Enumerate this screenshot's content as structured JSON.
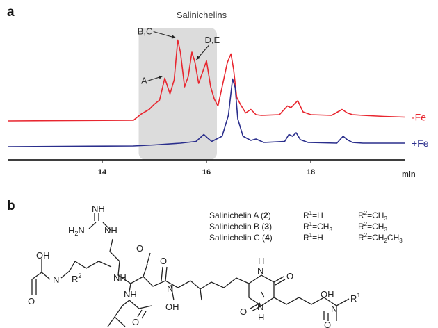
{
  "panel_a": {
    "letter": "a",
    "highlight_label": "Salinichelins"
  },
  "panel_b": {
    "letter": "b"
  },
  "chart_data": {
    "type": "line",
    "xlabel": "min",
    "x_ticks": [
      14,
      16,
      18
    ],
    "xlim": [
      12.2,
      19.8
    ],
    "highlight_region": [
      14.7,
      16.2
    ],
    "peak_annotations": [
      {
        "label": "A",
        "x": 15.2
      },
      {
        "label": "B,C",
        "x": 15.45
      },
      {
        "label": "D,E",
        "x": 15.78
      }
    ],
    "series": [
      {
        "name": "-Fe",
        "color": "#e8262f",
        "x": [
          12.2,
          14.6,
          14.75,
          14.9,
          15.0,
          15.1,
          15.2,
          15.3,
          15.38,
          15.45,
          15.5,
          15.58,
          15.65,
          15.72,
          15.78,
          15.85,
          15.92,
          16.0,
          16.08,
          16.15,
          16.22,
          16.3,
          16.4,
          16.47,
          16.52,
          16.58,
          16.65,
          16.75,
          16.85,
          16.95,
          17.05,
          17.4,
          17.55,
          17.62,
          17.68,
          17.75,
          17.85,
          18.0,
          18.4,
          18.6,
          18.7,
          18.8,
          19.0,
          19.4,
          19.8
        ],
        "y": [
          0.12,
          0.14,
          0.32,
          0.45,
          0.6,
          0.72,
          1.35,
          0.9,
          1.3,
          2.45,
          2.1,
          1.1,
          1.4,
          2.1,
          1.8,
          1.2,
          1.5,
          1.85,
          1.1,
          0.75,
          0.55,
          1.1,
          1.8,
          2.05,
          1.6,
          0.8,
          0.6,
          0.35,
          0.45,
          0.3,
          0.28,
          0.3,
          0.55,
          0.5,
          0.6,
          0.7,
          0.38,
          0.3,
          0.28,
          0.45,
          0.35,
          0.3,
          0.28,
          0.25,
          0.23
        ]
      },
      {
        "name": "+Fe",
        "color": "#2a2e8c",
        "x": [
          12.2,
          14.6,
          15.0,
          15.5,
          15.8,
          15.95,
          16.02,
          16.1,
          16.3,
          16.42,
          16.5,
          16.55,
          16.6,
          16.7,
          16.85,
          16.95,
          17.1,
          17.5,
          17.58,
          17.65,
          17.72,
          17.8,
          17.95,
          18.5,
          18.62,
          18.7,
          18.8,
          19.0,
          19.4,
          19.8
        ],
        "y": [
          0.0,
          0.02,
          0.05,
          0.1,
          0.15,
          0.35,
          0.25,
          0.15,
          0.3,
          0.9,
          1.95,
          1.7,
          0.8,
          0.3,
          0.18,
          0.22,
          0.12,
          0.15,
          0.35,
          0.3,
          0.4,
          0.2,
          0.12,
          0.1,
          0.3,
          0.2,
          0.12,
          0.1,
          0.1,
          0.1
        ]
      }
    ]
  },
  "structure": {
    "legend": [
      {
        "name": "Salinichelin A (",
        "num": "2",
        "r1_pre": "R",
        "r1_sup": "1",
        "r1_post": "=H",
        "r2_pre": "R",
        "r2_sup": "2",
        "r2_post": "=CH",
        "r2_sub": "3",
        "r2_tail": ""
      },
      {
        "name": "Salinichelin B (",
        "num": "3",
        "r1_pre": "R",
        "r1_sup": "1",
        "r1_post": "=CH",
        "r1_sub": "3",
        "r2_pre": "R",
        "r2_sup": "2",
        "r2_post": "=CH",
        "r2_sub": "3",
        "r2_tail": ""
      },
      {
        "name": "Salinichelin C (",
        "num": "4",
        "r1_pre": "R",
        "r1_sup": "1",
        "r1_post": "=H",
        "r2_pre": "R",
        "r2_sup": "2",
        "r2_post": "=CH",
        "r2_sub": "2",
        "r2_tail": "CH3"
      }
    ],
    "atoms": {
      "nh_top": "NH",
      "h2n": "H2N",
      "nh_guan": "NH",
      "r2": "R",
      "r2_sup": "2",
      "nh_amide1": "NH",
      "o_1": "O",
      "o_2": "O",
      "o_3": "O",
      "o_4": "O",
      "o_5": "O",
      "o_6": "O",
      "o_7": "O",
      "oh_1": "OH",
      "oh_2": "OH",
      "oh_3": "OH",
      "n_1": "N",
      "n_2": "N",
      "n_3": "N",
      "nh_amide2": "NH",
      "n_dkp_top": "N",
      "h_dkp_top": "H",
      "n_dkp_bot": "N",
      "h_dkp_bot": "H",
      "r1": "R",
      "r1_sup": "1"
    }
  }
}
